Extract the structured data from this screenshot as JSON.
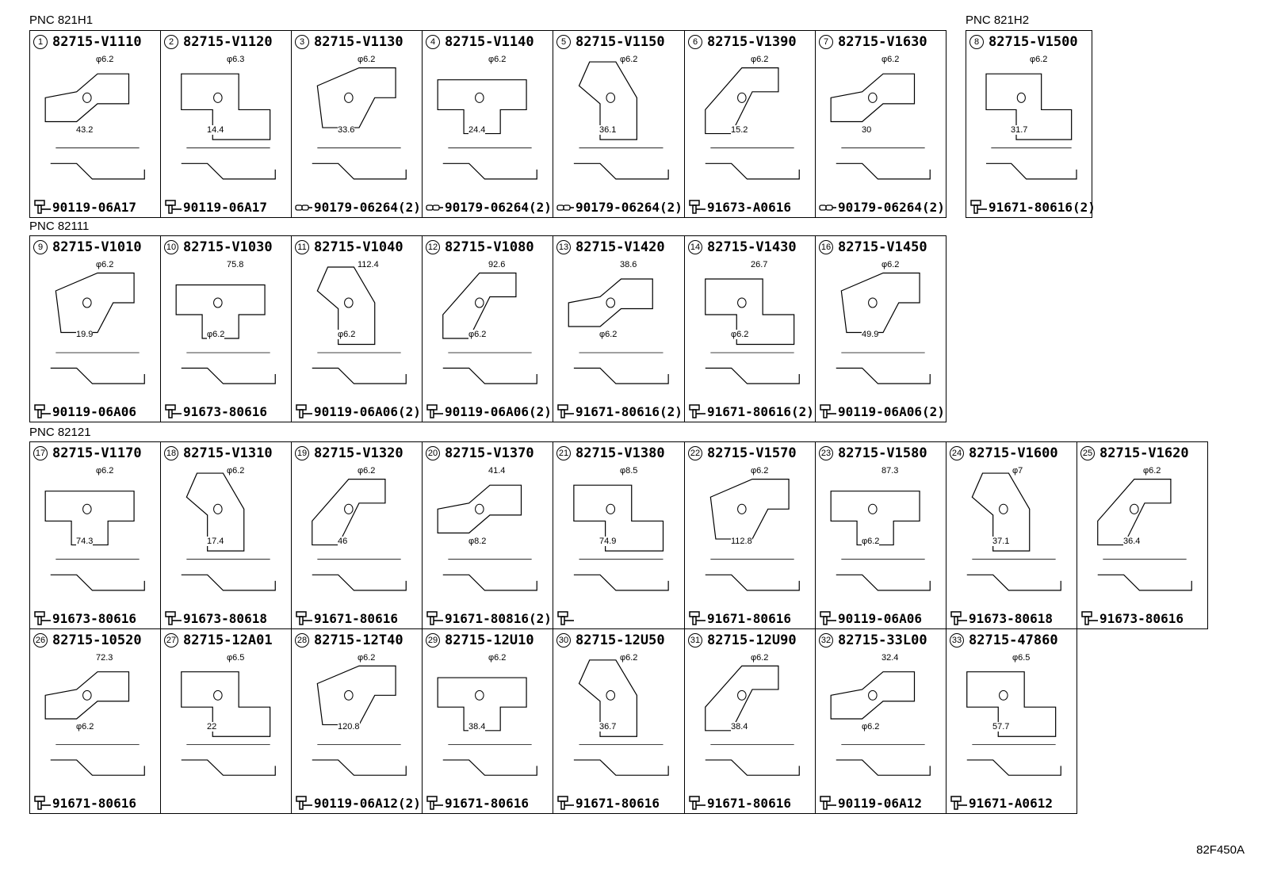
{
  "groups": [
    {
      "pnc": "PNC 821H1"
    },
    {
      "pnc": "PNC 821H2"
    },
    {
      "pnc": "PNC 82111"
    },
    {
      "pnc": "PNC 82121"
    }
  ],
  "parts": [
    {
      "no": "1",
      "part": "82715-V1110",
      "fastener": "90119-06A17",
      "fastener_icon": "bolt-icon",
      "dims": [
        "φ6.2",
        "43.2"
      ]
    },
    {
      "no": "2",
      "part": "82715-V1120",
      "fastener": "90119-06A17",
      "fastener_icon": "bolt-icon",
      "dims": [
        "φ6.3",
        "14.4"
      ]
    },
    {
      "no": "3",
      "part": "82715-V1130",
      "fastener": "90179-06264(2)",
      "fastener_icon": "clip-icon",
      "dims": [
        "φ6.2",
        "33.6"
      ]
    },
    {
      "no": "4",
      "part": "82715-V1140",
      "fastener": "90179-06264(2)",
      "fastener_icon": "clip-icon",
      "dims": [
        "φ6.2",
        "24.4"
      ]
    },
    {
      "no": "5",
      "part": "82715-V1150",
      "fastener": "90179-06264(2)",
      "fastener_icon": "clip-icon",
      "dims": [
        "φ6.2",
        "36.1"
      ]
    },
    {
      "no": "6",
      "part": "82715-V1390",
      "fastener": "91673-A0616",
      "fastener_icon": "bolt-icon",
      "dims": [
        "φ6.2",
        "15.2"
      ]
    },
    {
      "no": "7",
      "part": "82715-V1630",
      "fastener": "90179-06264(2)",
      "fastener_icon": "clip-icon",
      "dims": [
        "φ6.2",
        "30"
      ]
    },
    {
      "no": "8",
      "part": "82715-V1500",
      "fastener": "91671-80616(2)",
      "fastener_icon": "bolt-icon",
      "dims": [
        "φ6.2",
        "31.7"
      ]
    },
    {
      "no": "9",
      "part": "82715-V1010",
      "fastener": "90119-06A06",
      "fastener_icon": "bolt-icon",
      "dims": [
        "φ6.2",
        "19.9"
      ]
    },
    {
      "no": "10",
      "part": "82715-V1030",
      "fastener": "91673-80616",
      "fastener_icon": "bolt-icon",
      "dims": [
        "75.8",
        "φ6.2"
      ]
    },
    {
      "no": "11",
      "part": "82715-V1040",
      "fastener": "90119-06A06(2)",
      "fastener_icon": "bolt-icon",
      "dims": [
        "112.4",
        "φ6.2"
      ]
    },
    {
      "no": "12",
      "part": "82715-V1080",
      "fastener": "90119-06A06(2)",
      "fastener_icon": "bolt-icon",
      "dims": [
        "92.6",
        "φ6.2"
      ]
    },
    {
      "no": "13",
      "part": "82715-V1420",
      "fastener": "91671-80616(2)",
      "fastener_icon": "bolt-icon",
      "dims": [
        "38.6",
        "φ6.2"
      ]
    },
    {
      "no": "14",
      "part": "82715-V1430",
      "fastener": "91671-80616(2)",
      "fastener_icon": "bolt-icon",
      "dims": [
        "26.7",
        "φ6.2"
      ]
    },
    {
      "no": "16",
      "part": "82715-V1450",
      "fastener": "90119-06A06(2)",
      "fastener_icon": "bolt-icon",
      "dims": [
        "φ6.2",
        "49.9"
      ]
    },
    {
      "no": "17",
      "part": "82715-V1170",
      "fastener": "91673-80616",
      "fastener_icon": "bolt-icon",
      "dims": [
        "φ6.2",
        "74.3"
      ]
    },
    {
      "no": "18",
      "part": "82715-V1310",
      "fastener": "91673-80618",
      "fastener_icon": "bolt-icon",
      "dims": [
        "φ6.2",
        "17.4"
      ]
    },
    {
      "no": "19",
      "part": "82715-V1320",
      "fastener": "91671-80616",
      "fastener_icon": "bolt-icon",
      "dims": [
        "φ6.2",
        "46"
      ]
    },
    {
      "no": "20",
      "part": "82715-V1370",
      "fastener": "91671-80816(2)",
      "fastener_icon": "bolt-icon",
      "dims": [
        "41.4",
        "φ8.2"
      ]
    },
    {
      "no": "21",
      "part": "82715-V1380",
      "fastener": "",
      "fastener_icon": "bolt-icon",
      "dims": [
        "φ8.5",
        "74.9"
      ]
    },
    {
      "no": "22",
      "part": "82715-V1570",
      "fastener": "91671-80616",
      "fastener_icon": "bolt-icon",
      "dims": [
        "φ6.2",
        "112.8"
      ]
    },
    {
      "no": "23",
      "part": "82715-V1580",
      "fastener": "90119-06A06",
      "fastener_icon": "bolt-icon",
      "dims": [
        "87.3",
        "φ6.2"
      ]
    },
    {
      "no": "24",
      "part": "82715-V1600",
      "fastener": "91673-80618",
      "fastener_icon": "bolt-icon",
      "dims": [
        "φ7",
        "37.1"
      ]
    },
    {
      "no": "25",
      "part": "82715-V1620",
      "fastener": "91673-80616",
      "fastener_icon": "bolt-icon",
      "dims": [
        "φ6.2",
        "36.4"
      ]
    },
    {
      "no": "26",
      "part": "82715-10520",
      "fastener": "91671-80616",
      "fastener_icon": "bolt-icon",
      "dims": [
        "72.3",
        "φ6.2"
      ]
    },
    {
      "no": "27",
      "part": "82715-12A01",
      "fastener": "",
      "fastener_icon": "",
      "dims": [
        "φ6.5",
        "22"
      ]
    },
    {
      "no": "28",
      "part": "82715-12T40",
      "fastener": "90119-06A12(2)",
      "fastener_icon": "bolt-icon",
      "dims": [
        "φ6.2",
        "120.8"
      ]
    },
    {
      "no": "29",
      "part": "82715-12U10",
      "fastener": "91671-80616",
      "fastener_icon": "bolt-icon",
      "dims": [
        "φ6.2",
        "38.4"
      ]
    },
    {
      "no": "30",
      "part": "82715-12U50",
      "fastener": "91671-80616",
      "fastener_icon": "bolt-icon",
      "dims": [
        "φ6.2",
        "36.7"
      ]
    },
    {
      "no": "31",
      "part": "82715-12U90",
      "fastener": "91671-80616",
      "fastener_icon": "bolt-icon",
      "dims": [
        "φ6.2",
        "38.4"
      ]
    },
    {
      "no": "32",
      "part": "82715-33L00",
      "fastener": "90119-06A12",
      "fastener_icon": "bolt-icon",
      "dims": [
        "32.4",
        "φ6.2"
      ]
    },
    {
      "no": "33",
      "part": "82715-47860",
      "fastener": "91671-A0612",
      "fastener_icon": "bolt-icon",
      "dims": [
        "φ6.5",
        "57.7"
      ]
    }
  ],
  "diagram_code": "82F450A"
}
